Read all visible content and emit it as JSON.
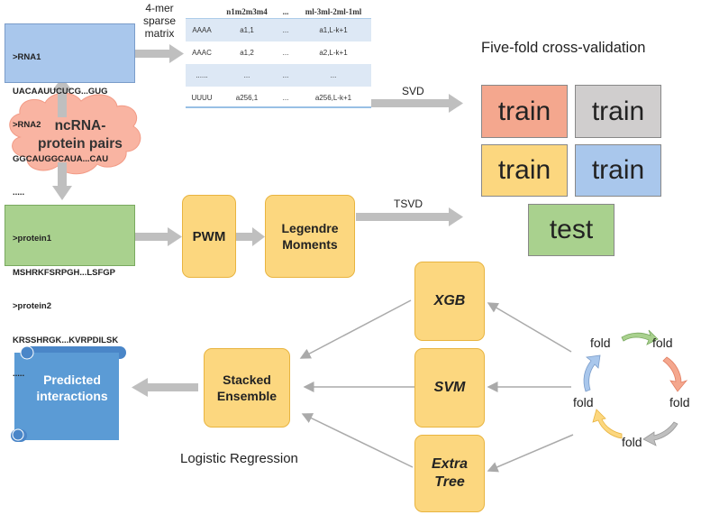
{
  "rna_box": {
    "lines": [
      ">RNA1",
      "UACAAUUCUCG...GUG",
      ">RNA2",
      "GGCAUGGCAUA...CAU",
      "....."
    ]
  },
  "protein_box": {
    "lines": [
      ">protein1",
      "MSHRKFSRPGH...LSFGP",
      ">protein2",
      "KRSSHRGK...KVRPDILSK",
      "....."
    ]
  },
  "cloud": {
    "line1": "ncRNA-",
    "line2": "protein pairs"
  },
  "sparse": {
    "line1": "4-mer",
    "line2": "sparse",
    "line3": "matrix"
  },
  "matrix": {
    "header": [
      "",
      "n1m2m3m4",
      "...",
      "ml-3ml-2ml-1ml"
    ],
    "rows": [
      [
        "AAAA",
        "a1,1",
        "...",
        "a1,L-k+1"
      ],
      [
        "AAAC",
        "a1,2",
        "...",
        "a2,L-k+1"
      ],
      [
        "......",
        "...",
        "...",
        "..."
      ],
      [
        "UUUU",
        "a256,1",
        "...",
        "a256,L-k+1"
      ]
    ]
  },
  "svd_label": "SVD",
  "tsvd_label": "TSVD",
  "pwm_label": "PWM",
  "legendre": {
    "line1": "Legendre",
    "line2": "Moments"
  },
  "cv": {
    "title": "Five-fold cross-validation",
    "tiles": [
      "train",
      "train",
      "train",
      "train",
      "test"
    ]
  },
  "models": {
    "xgb": "XGB",
    "svm": "SVM",
    "extra1": "Extra",
    "extra2": "Tree"
  },
  "stacked": {
    "line1": "Stacked",
    "line2": "Ensemble"
  },
  "logreg": "Logistic Regression",
  "predicted": {
    "line1": "Predicted",
    "line2": "interactions"
  },
  "folds": [
    "fold",
    "fold",
    "fold",
    "fold",
    "fold"
  ],
  "colors": {
    "train_red": "#f4a78e",
    "train_gray": "#d0cece",
    "train_yellow": "#fcd77f",
    "train_blue": "#a9c7ec",
    "test_green": "#a9d18e",
    "orange": "#fcd77f",
    "scroll_blue": "#5b9bd5",
    "cloud": "#f9b4a2"
  }
}
